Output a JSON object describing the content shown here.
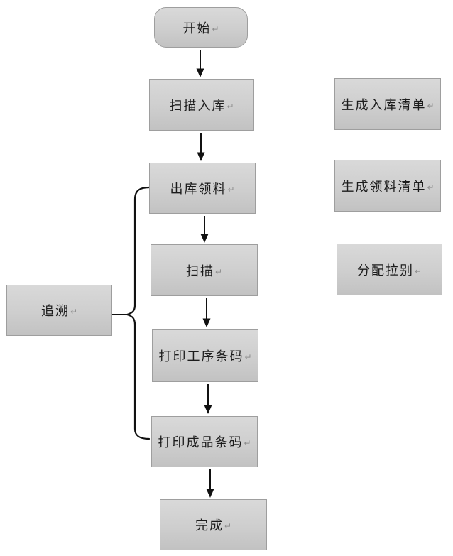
{
  "diagram": {
    "title": "barcode-tracking-flowchart",
    "return_mark": "↵",
    "nodes": {
      "start": {
        "label": "开始",
        "shape": "rounded"
      },
      "scan_inbound": {
        "label": "扫描入库",
        "shape": "rect"
      },
      "outbound_picking": {
        "label": "出库领料",
        "shape": "rect"
      },
      "scan": {
        "label": "扫描",
        "shape": "rect"
      },
      "print_process_code": {
        "label": "打印工序条码",
        "shape": "rect"
      },
      "print_product_code": {
        "label": "打印成品条码",
        "shape": "rect"
      },
      "done": {
        "label": "完成",
        "shape": "rect"
      },
      "gen_inbound_list": {
        "label": "生成入库清单",
        "shape": "rect"
      },
      "gen_picking_list": {
        "label": "生成领料清单",
        "shape": "rect"
      },
      "assign_pull": {
        "label": "分配拉别",
        "shape": "rect"
      },
      "trace": {
        "label": "追溯",
        "shape": "rect"
      }
    },
    "edges": [
      {
        "from": "start",
        "to": "scan_inbound",
        "type": "arrow"
      },
      {
        "from": "scan_inbound",
        "to": "outbound_picking",
        "type": "arrow"
      },
      {
        "from": "outbound_picking",
        "to": "scan",
        "type": "arrow"
      },
      {
        "from": "scan",
        "to": "print_process_code",
        "type": "arrow"
      },
      {
        "from": "print_process_code",
        "to": "print_product_code",
        "type": "arrow"
      },
      {
        "from": "print_product_code",
        "to": "done",
        "type": "arrow"
      }
    ],
    "brace": {
      "spans_from": "outbound_picking",
      "spans_to": "print_product_code",
      "points_to": "trace"
    },
    "colors": {
      "background": "#ffffff",
      "node_fill_top": "#d9d9d9",
      "node_fill_bottom": "#c2c2c2",
      "node_border": "#9e9e9e",
      "connector": "#111111",
      "text": "#1c1c1c",
      "return_mark": "#8f8f8f"
    }
  }
}
